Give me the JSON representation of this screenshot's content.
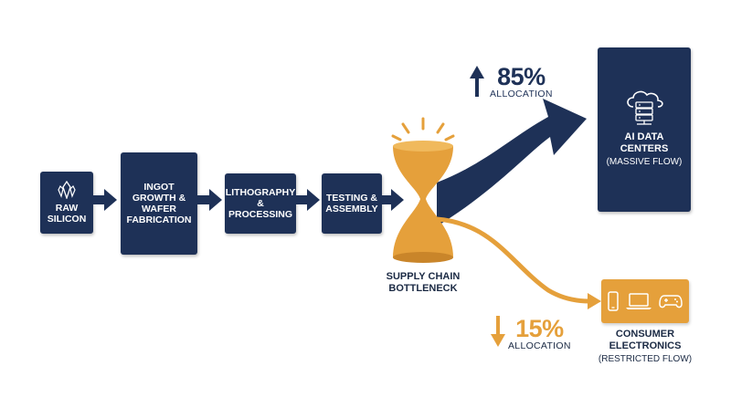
{
  "colors": {
    "navy": "#1e3157",
    "gold": "#e5a03b",
    "white": "#ffffff",
    "text_dark": "#1b2a44"
  },
  "pipeline": [
    {
      "id": "raw-silicon",
      "label": "RAW\nSILICON",
      "icon": "crystal-icon"
    },
    {
      "id": "ingot",
      "label": "INGOT\nGROWTH &\nWAFER\nFABRICATION"
    },
    {
      "id": "lithography",
      "label": "LITHOGRAPHY\n& PROCESSING"
    },
    {
      "id": "testing",
      "label": "TESTING &\nASSEMBLY"
    }
  ],
  "bottleneck": {
    "label": "SUPPLY CHAIN\nBOTTLENECK",
    "icon": "hourglass-icon"
  },
  "ai_branch": {
    "percent": "85%",
    "allocation_label": "ALLOCATION",
    "title": "AI DATA\nCENTERS",
    "subtitle": "(MASSIVE FLOW)",
    "icon": "cloud-server-icon"
  },
  "consumer_branch": {
    "percent": "15%",
    "allocation_label": "ALLOCATION",
    "title": "CONSUMER\nELECTRONICS",
    "subtitle": "(RESTRICTED FLOW)",
    "icons": [
      "phone-icon",
      "laptop-icon",
      "gamepad-icon"
    ]
  }
}
